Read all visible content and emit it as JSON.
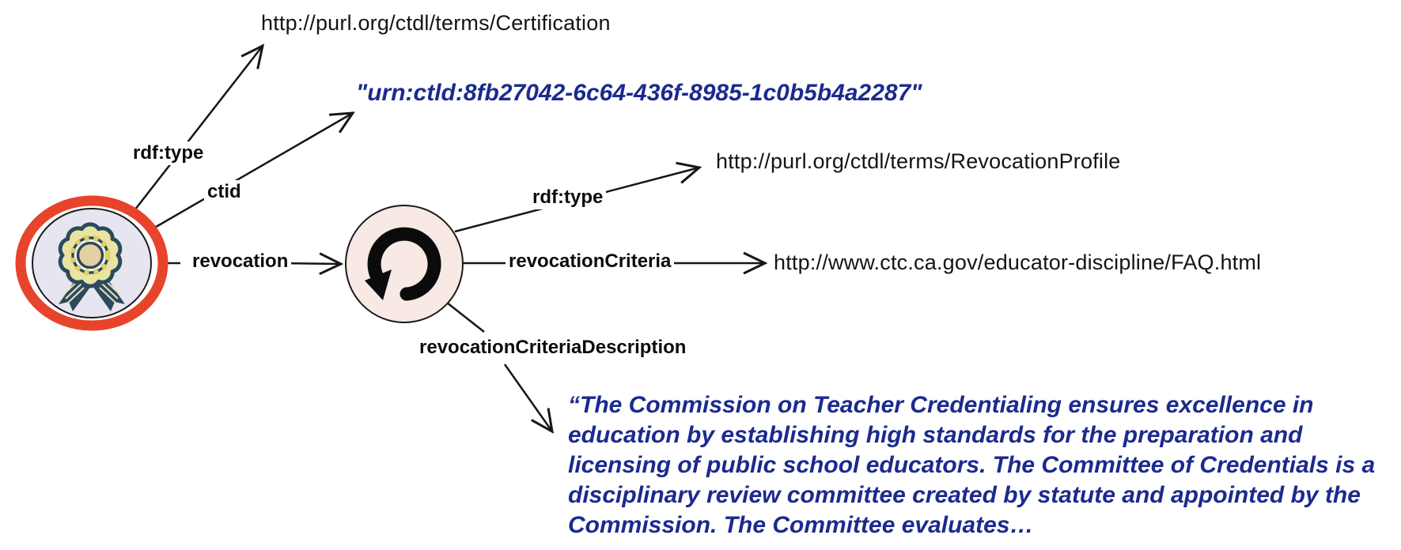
{
  "diagram": {
    "description": "RDF graph of a Certification credential and its RevocationProfile",
    "nodes": {
      "certification": {
        "icon": "award-badge-icon"
      },
      "revocation_profile": {
        "icon": "rotate-ccw-icon"
      }
    },
    "labels": {
      "rdf_type_cert": "rdf:type",
      "ctid": "ctid",
      "revocation": "revocation",
      "rdf_type_rev": "rdf:type",
      "revocation_criteria": "revocationCriteria",
      "revocation_criteria_description": "revocationCriteriaDescription"
    },
    "values": {
      "certification_type_uri": "http://purl.org/ctdl/terms/Certification",
      "ctid_literal": "\"urn:ctld:8fb27042-6c64-436f-8985-1c0b5b4a2287\"",
      "revocation_profile_type_uri": "http://purl.org/ctdl/terms/RevocationProfile",
      "revocation_criteria_uri": "http://www.ctc.ca.gov/educator-discipline/FAQ.html",
      "description_lines": [
        "“The Commission on Teacher Credentialing ensures excellence in",
        "education by establishing high standards for the preparation and",
        "licensing of public school educators. The Committee of Credentials is a",
        "disciplinary review committee created by statute and appointed by the",
        "Commission. The Committee evaluates…"
      ]
    },
    "colors": {
      "literal_text": "#1b2a8e",
      "uri_text": "#141414",
      "line": "#161616",
      "badge_ring": "#e8432b",
      "badge_fill": "#e7e5ef",
      "rosette_petal": "#e9e4a2",
      "rosette_outline": "#2c4a5e",
      "rosette_center": "#e5d0a5",
      "revocation_node_fill": "#f9e9e5"
    }
  }
}
